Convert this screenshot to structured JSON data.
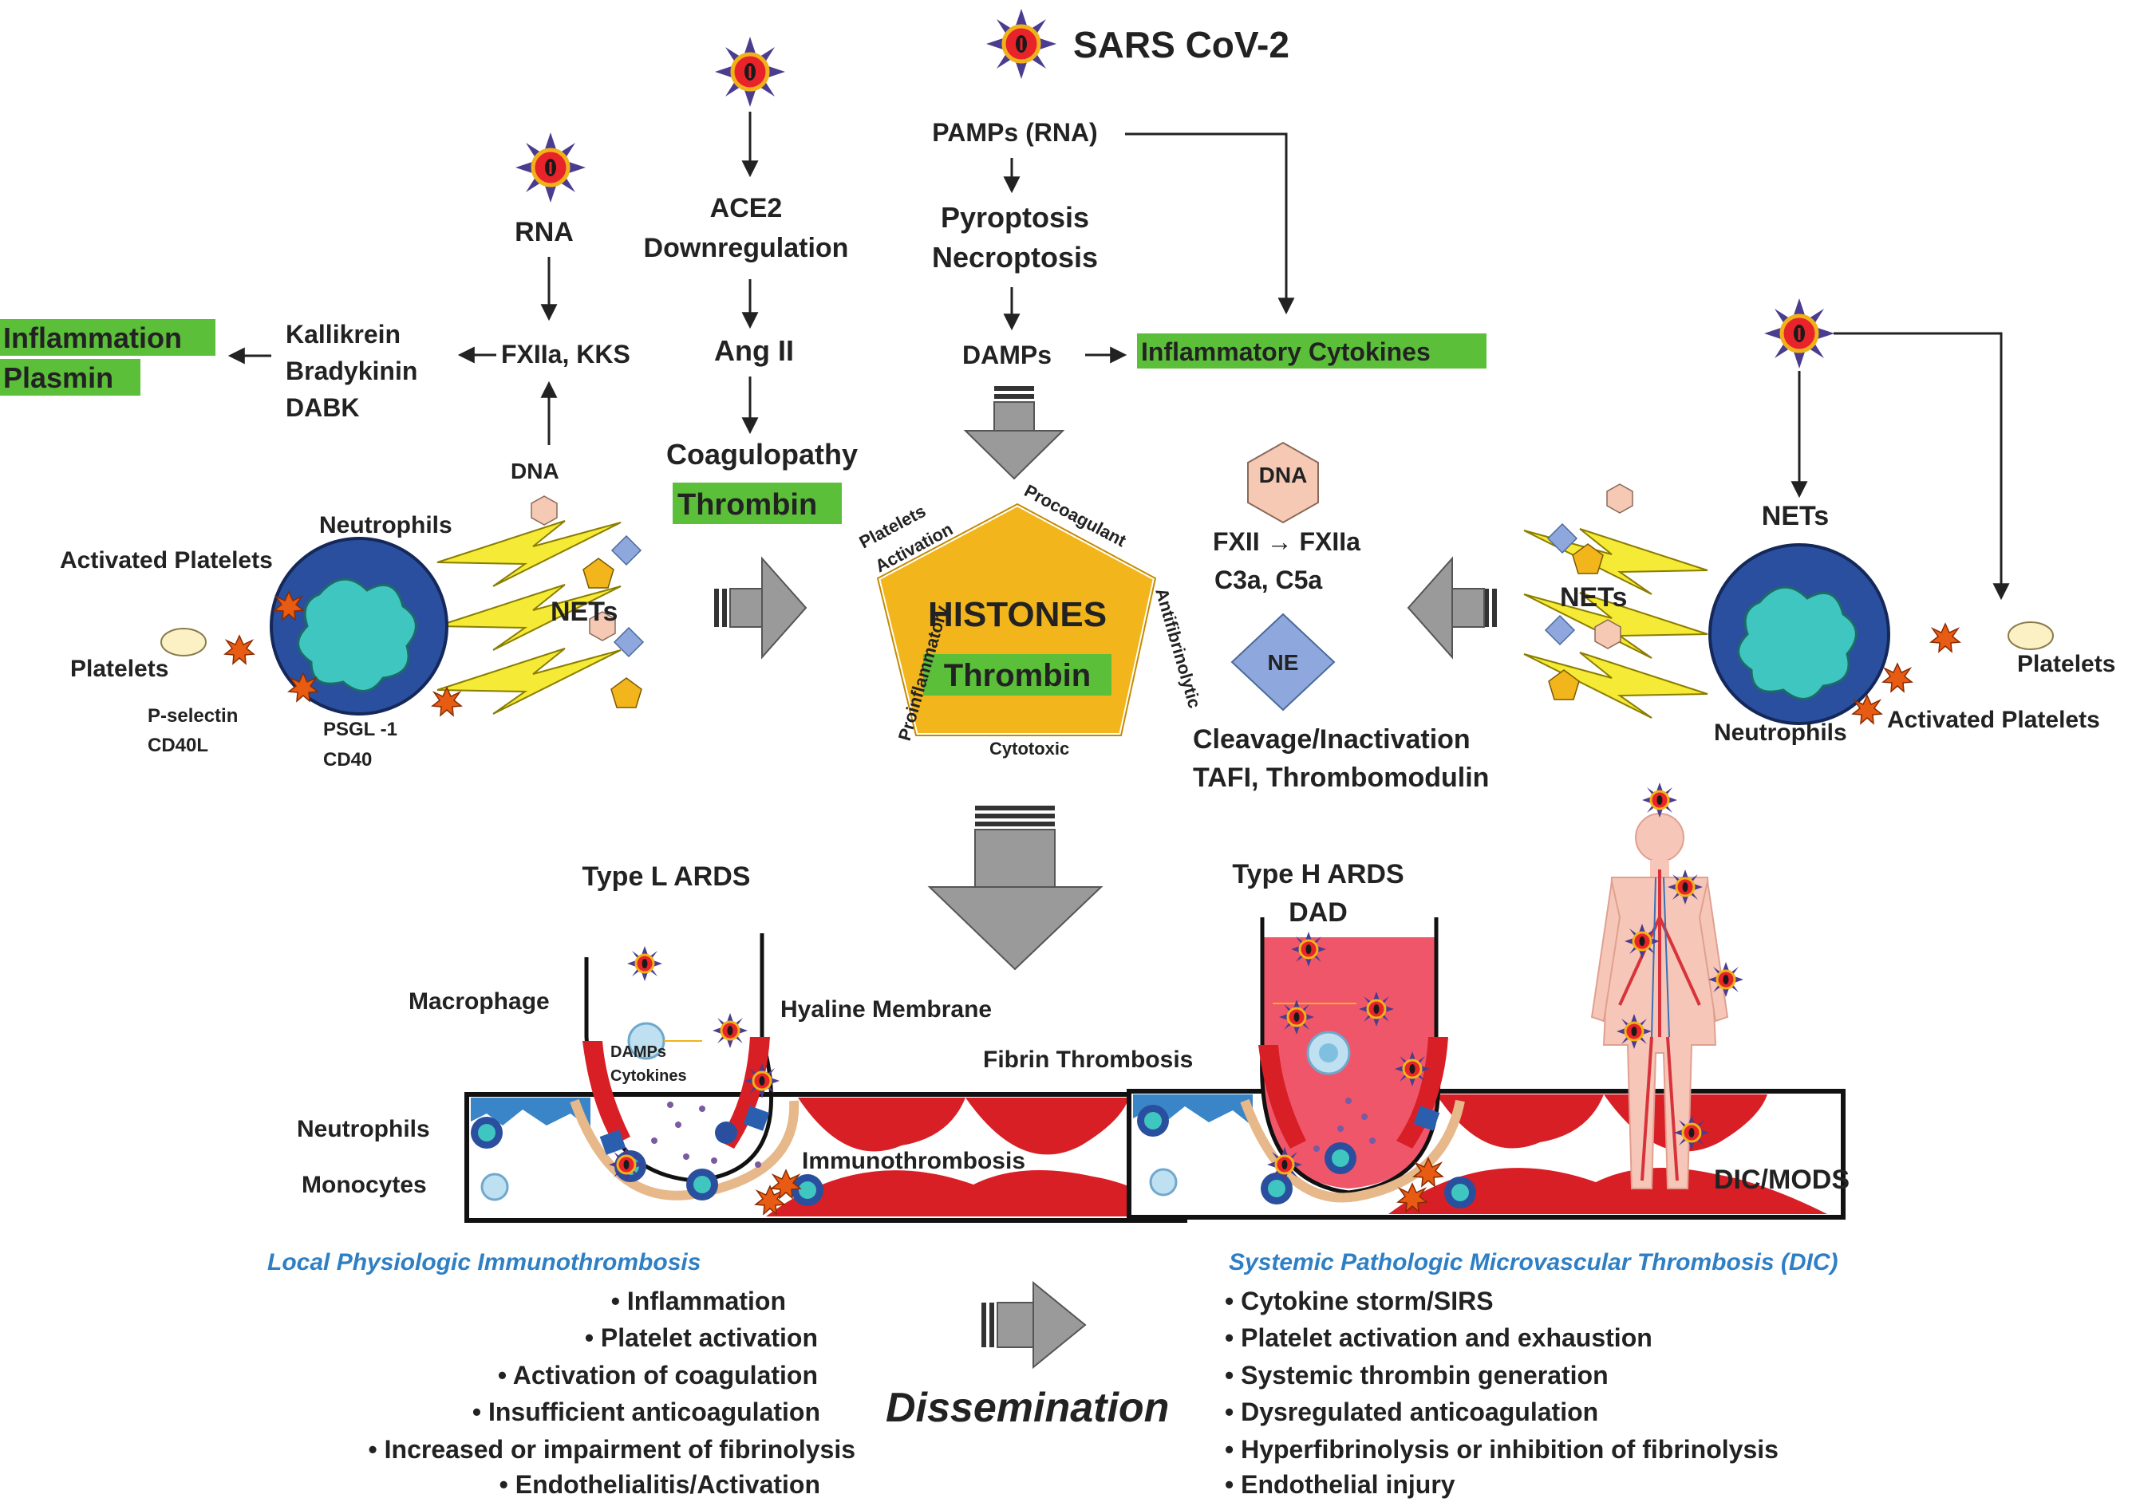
{
  "title": "SARS CoV-2",
  "top_pathways": {
    "left": {
      "rna": "RNA",
      "fxiia": "FXIIa, KKS",
      "kallikrein": [
        "Kallikrein",
        "Bradykinin",
        "DABK"
      ],
      "inflammation": "Inflammation",
      "plasmin": "Plasmin",
      "dna": "DNA"
    },
    "middle": {
      "ace2": [
        "ACE2",
        "Downregulation"
      ],
      "ang": "Ang II",
      "coag": "Coagulopathy",
      "thrombin": "Thrombin"
    },
    "right": {
      "pamps": "PAMPs (RNA)",
      "pyro": [
        "Pyroptosis",
        "Necroptosis"
      ],
      "damps": "DAMPs",
      "cytokines": "Inflammatory Cytokines"
    }
  },
  "center": {
    "histones": "HISTONES",
    "thrombin": "Thrombin",
    "sides": [
      "Platelets",
      "Activation",
      "Procoagulant",
      "Antifibrinolytic",
      "Cytotoxic",
      "Proinflammatory"
    ]
  },
  "left_neutrophil": {
    "neutrophils": "Neutrophils",
    "activated_platelets": "Activated Platelets",
    "platelets": "Platelets",
    "nets": "NETs",
    "pselectin": [
      "P-selectin",
      "CD40L"
    ],
    "psgl": [
      "PSGL -1",
      "CD40"
    ]
  },
  "right_side": {
    "dna": "DNA",
    "fxii": "FXII → FXIIa",
    "c3a": "C3a, C5a",
    "ne": "NE",
    "cleavage": [
      "Cleavage/Inactivation",
      "TAFI, Thrombomodulin"
    ],
    "nets_top": "NETs",
    "nets": "NETs",
    "platelets": "Platelets",
    "neutrophils": "Neutrophils",
    "activated_platelets": "Activated Platelets"
  },
  "type_l": {
    "title": "Type L ARDS",
    "macrophage": "Macrophage",
    "hyaline": "Hyaline Membrane",
    "damps": [
      "DAMPs",
      "Cytokines"
    ],
    "neutrophils": "Neutrophils",
    "monocytes": "Monocytes",
    "immunothrombosis": "Immunothrombosis"
  },
  "type_h": {
    "title": "Type H ARDS",
    "dad": "DAD",
    "fibrin": "Fibrin Thrombosis",
    "dic_mods": "DIC/MODS"
  },
  "local": {
    "heading": "Local Physiologic Immunothrombosis",
    "items": [
      "• Inflammation",
      "• Platelet activation",
      "• Activation of coagulation",
      "• Insufficient anticoagulation",
      "• Increased or impairment of fibrinolysis",
      "• Endothelialitis/Activation"
    ]
  },
  "dissemination": "Dissemination",
  "systemic": {
    "heading": "Systemic Pathologic Microvascular Thrombosis (DIC)",
    "items": [
      "• Cytokine storm/SIRS",
      "• Platelet activation and exhaustion",
      "• Systemic thrombin generation",
      "• Dysregulated anticoagulation",
      "• Hyperfibrinolysis or inhibition of fibrinolysis",
      "• Endothelial injury"
    ]
  },
  "colors": {
    "highlight": "#5cbf3a",
    "histone_fill": "#f2b51c",
    "neutrophil": "#2a4f9e",
    "nucleus": "#3fc6c0",
    "arrow_gray": "#9a9a9a",
    "blood_red": "#d81f26",
    "blue_heading": "#2f7fc4"
  }
}
